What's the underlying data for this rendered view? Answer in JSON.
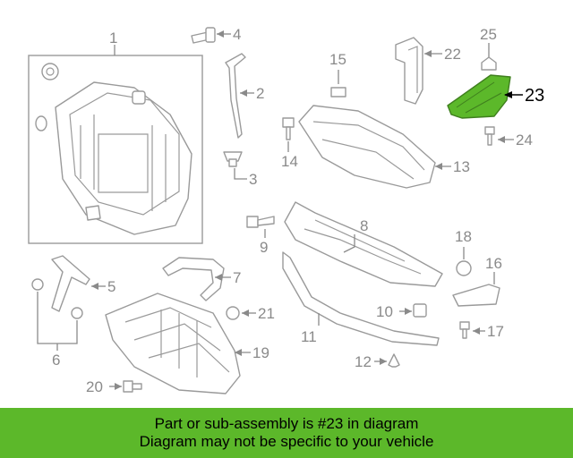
{
  "highlight_color": "#5cb82a",
  "parts": [
    {
      "id": "1",
      "label": "1"
    },
    {
      "id": "2",
      "label": "2"
    },
    {
      "id": "3",
      "label": "3"
    },
    {
      "id": "4",
      "label": "4"
    },
    {
      "id": "5",
      "label": "5"
    },
    {
      "id": "6",
      "label": "6"
    },
    {
      "id": "7",
      "label": "7"
    },
    {
      "id": "8",
      "label": "8"
    },
    {
      "id": "9",
      "label": "9"
    },
    {
      "id": "10",
      "label": "10"
    },
    {
      "id": "11",
      "label": "11"
    },
    {
      "id": "12",
      "label": "12"
    },
    {
      "id": "13",
      "label": "13"
    },
    {
      "id": "14",
      "label": "14"
    },
    {
      "id": "15",
      "label": "15"
    },
    {
      "id": "16",
      "label": "16"
    },
    {
      "id": "17",
      "label": "17"
    },
    {
      "id": "18",
      "label": "18"
    },
    {
      "id": "19",
      "label": "19"
    },
    {
      "id": "20",
      "label": "20"
    },
    {
      "id": "21",
      "label": "21"
    },
    {
      "id": "22",
      "label": "22"
    },
    {
      "id": "23",
      "label": "23"
    },
    {
      "id": "24",
      "label": "24"
    },
    {
      "id": "25",
      "label": "25"
    }
  ],
  "banner": {
    "line1": "Part or sub-assembly is #23 in diagram",
    "line2": "Diagram may not be specific to your vehicle"
  }
}
